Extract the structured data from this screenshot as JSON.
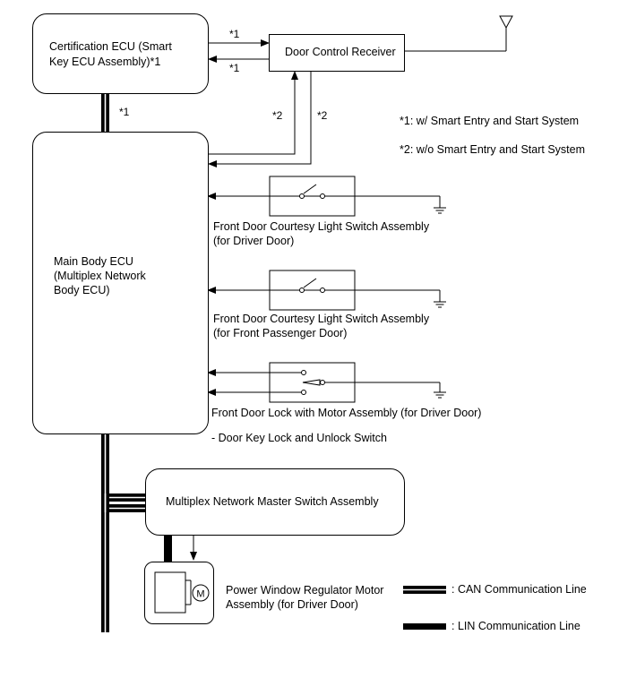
{
  "ecu": {
    "certification_line1": "Certification ECU (Smart",
    "certification_line2": "Key ECU Assembly)*1",
    "receiver": "Door Control Receiver",
    "main_line1": "Main Body ECU",
    "main_line2": "(Multiplex Network",
    "main_line3": "Body ECU)"
  },
  "markers": {
    "top_in": "*1",
    "top_out": "*1",
    "vertical_can": "*1",
    "receiver_left": "*2",
    "receiver_right": "*2"
  },
  "notes": {
    "note1": "*1: w/ Smart Entry and Start System",
    "note2": "*2: w/o Smart Entry and Start System"
  },
  "switches": {
    "driver_door_line1": "Front Door Courtesy Light Switch Assembly",
    "driver_door_line2": "(for Driver Door)",
    "passenger_door_line1": "Front Door Courtesy Light Switch Assembly",
    "passenger_door_line2": "(for Front Passenger Door)",
    "lock_motor": "Front Door Lock with Motor Assembly (for Driver Door)",
    "key_lock_switch": "- Door Key Lock and Unlock Switch"
  },
  "master_switch": "Multiplex Network Master Switch Assembly",
  "motor": {
    "line1": "Power Window Regulator Motor",
    "line2": "Assembly (for Driver Door)",
    "symbol": "M"
  },
  "legend": {
    "can": ": CAN Communication Line",
    "lin": ": LIN Communication Line"
  }
}
